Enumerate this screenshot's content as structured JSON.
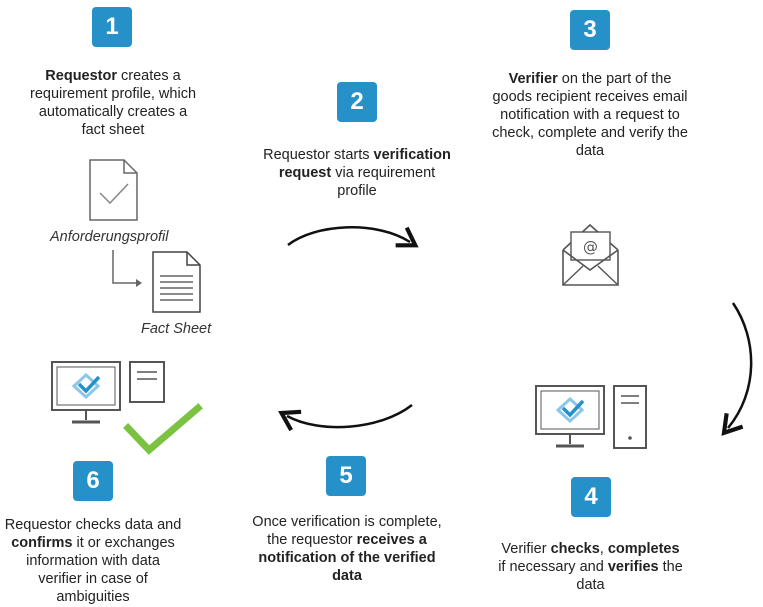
{
  "steps": [
    {
      "number": "1",
      "text_parts": [
        {
          "t": "Requestor",
          "b": true
        },
        {
          "t": " creates a requirement profile, which automatically creates a fact sheet",
          "b": false
        }
      ]
    },
    {
      "number": "2",
      "text_parts": [
        {
          "t": "Requestor starts ",
          "b": false
        },
        {
          "t": "verification request",
          "b": true
        },
        {
          "t": " via requirement profile",
          "b": false
        }
      ]
    },
    {
      "number": "3",
      "text_parts": [
        {
          "t": "Verifier",
          "b": true
        },
        {
          "t": " on the part of the goods recipient receives email notification with a request to check, complete and verify the data",
          "b": false
        }
      ]
    },
    {
      "number": "4",
      "text_parts": [
        {
          "t": "Verifier ",
          "b": false
        },
        {
          "t": "checks",
          "b": true
        },
        {
          "t": ", ",
          "b": false
        },
        {
          "t": "completes",
          "b": true
        },
        {
          "t": " if necessary and ",
          "b": false
        },
        {
          "t": "verifies",
          "b": true
        },
        {
          "t": " the data",
          "b": false
        }
      ]
    },
    {
      "number": "5",
      "text_parts": [
        {
          "t": "Once verification is complete, the requestor ",
          "b": false
        },
        {
          "t": "receives a notification of the verified data",
          "b": true
        }
      ]
    },
    {
      "number": "6",
      "text_parts": [
        {
          "t": "Requestor checks data and ",
          "b": false
        },
        {
          "t": "confirms",
          "b": true
        },
        {
          "t": " it or exchanges information with data verifier in case of ambiguities",
          "b": false
        }
      ]
    }
  ],
  "documents": {
    "profile_label": "Anforderungsprofil",
    "fact_sheet_label": "Fact Sheet"
  },
  "colors": {
    "badge": "#2591c8",
    "check": "#7cc242",
    "logo_blue": "#2591c8",
    "logo_light": "#8cc7e8"
  }
}
